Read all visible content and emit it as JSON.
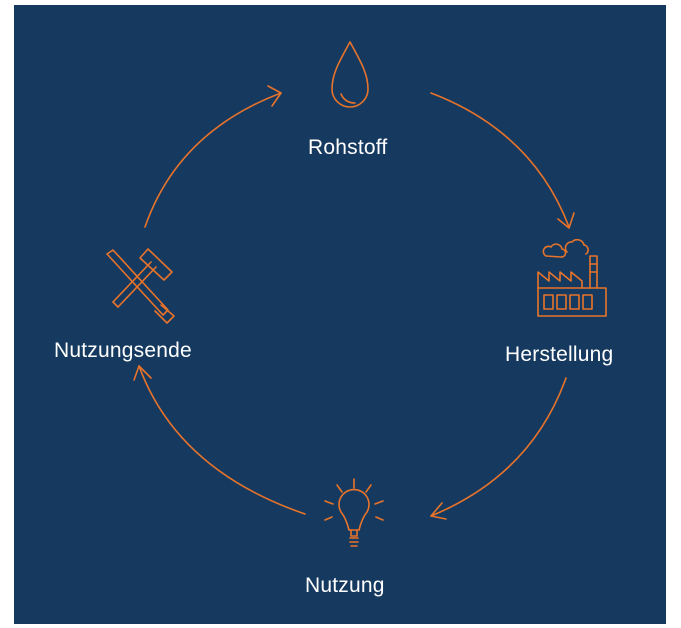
{
  "diagram": {
    "accent_color": "#e8732a",
    "background_color": "#163a5f",
    "text_color": "#ffffff",
    "stages": [
      {
        "label": "Rohstoff",
        "icon": "drop-icon"
      },
      {
        "label": "Herstellung",
        "icon": "factory-icon"
      },
      {
        "label": "Nutzung",
        "icon": "lightbulb-icon"
      },
      {
        "label": "Nutzungsende",
        "icon": "hammer-screwdriver-icon"
      }
    ],
    "flow": [
      "Rohstoff",
      "Herstellung",
      "Nutzung",
      "Nutzungsende",
      "Rohstoff"
    ]
  }
}
